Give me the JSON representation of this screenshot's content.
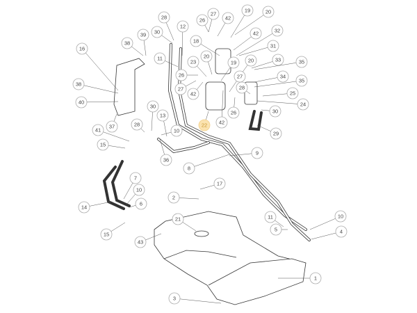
{
  "diagram": {
    "highlighted_callout": "22",
    "highlight_color": "#fbe3b0",
    "callouts": [
      "28",
      "27",
      "19",
      "20",
      "26",
      "42",
      "39",
      "30",
      "12",
      "42",
      "32",
      "38",
      "16",
      "18",
      "31",
      "11",
      "20",
      "23",
      "19",
      "20",
      "33",
      "35",
      "26",
      "27",
      "34",
      "35",
      "38",
      "28",
      "27",
      "42",
      "25",
      "40",
      "30",
      "13",
      "26",
      "42",
      "30",
      "24",
      "37",
      "28",
      "22",
      "10",
      "29",
      "41",
      "15",
      "9",
      "36",
      "8",
      "7",
      "17",
      "10",
      "2",
      "6",
      "14",
      "11",
      "10",
      "21",
      "5",
      "4",
      "15",
      "43",
      "1",
      "3"
    ]
  }
}
